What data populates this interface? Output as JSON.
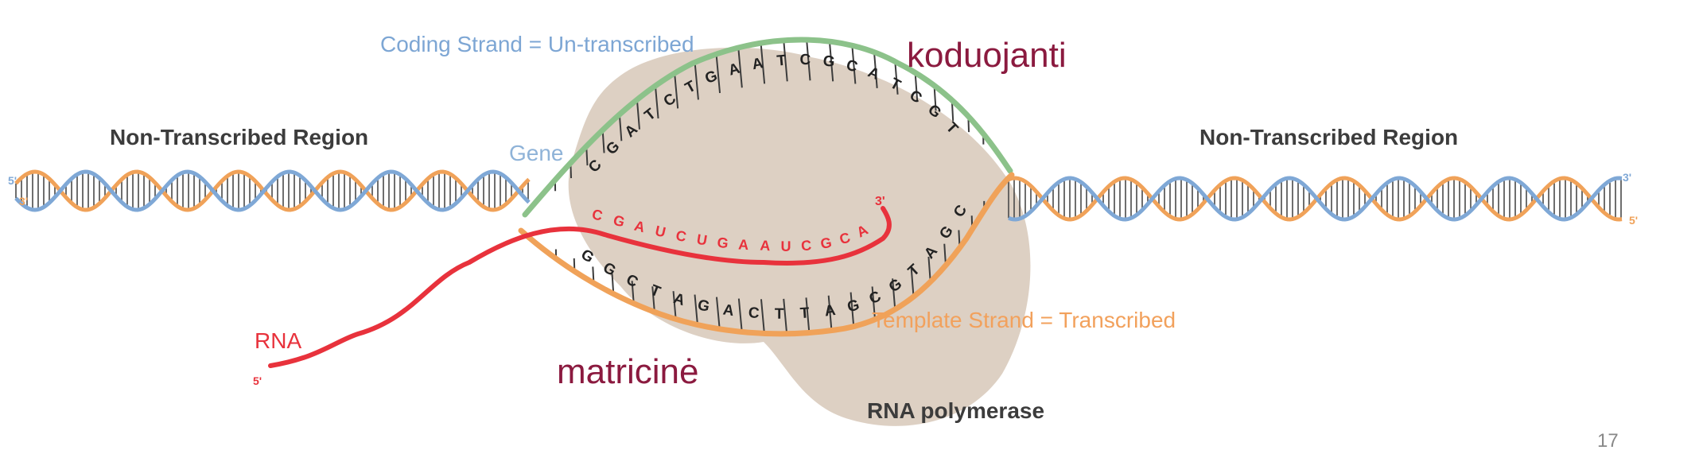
{
  "labels": {
    "coding_strand": "Coding Strand = Un-transcribed",
    "koduojanti": "koduojanti",
    "non_transcribed_left": "Non-Transcribed Region",
    "non_transcribed_right": "Non-Transcribed Region",
    "gene": "Gene",
    "rna": "RNA",
    "template_strand": "Template Strand = Transcribed",
    "matricine": "matricinė",
    "rna_polymerase": "RNA polymerase",
    "page_number": "17"
  },
  "ends": {
    "left_top": "5'",
    "left_bottom": "3'",
    "right_top": "3'",
    "right_bottom": "5'",
    "rna_start": "5'",
    "rna_end": "3'"
  },
  "sequences": {
    "coding": [
      "C",
      "G",
      "A",
      "T",
      "C",
      "T",
      "G",
      "A",
      "A",
      "T",
      "C",
      "G",
      "C",
      "A",
      "T",
      "C",
      "G",
      "T"
    ],
    "rna": [
      "C",
      "G",
      "A",
      "U",
      "C",
      "U",
      "G",
      "A",
      "A",
      "U",
      "C",
      "G",
      "C",
      "A"
    ],
    "template": [
      "G",
      "G",
      "C",
      "T",
      "A",
      "G",
      "A",
      "C",
      "T",
      "T",
      "A",
      "G",
      "C",
      "G",
      "T",
      "A",
      "G",
      "C"
    ]
  },
  "colors": {
    "coding_strand": "#8cc28a",
    "template_strand": "#f0a259",
    "helix_blue": "#7fa8d6",
    "rna": "#e8323c",
    "polymerase": "#d9cbbd",
    "label_blue": "#7da6d4",
    "label_orange": "#f2a15c",
    "label_maroon": "#8b1a3f",
    "label_gray": "#3c3c3c",
    "page_number": "#888888"
  }
}
